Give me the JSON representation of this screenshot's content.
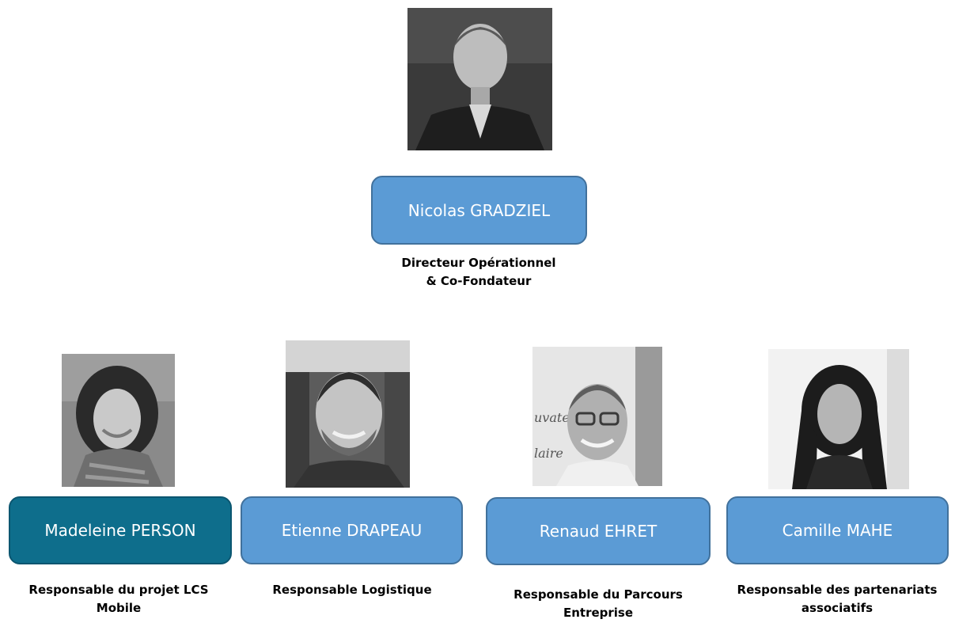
{
  "director": {
    "name": "Nicolas GRADZIEL",
    "role_line1": "Directeur Opérationnel",
    "role_line2": "& Co-Fondateur"
  },
  "team": [
    {
      "name": "Madeleine PERSON",
      "role_line1": "Responsable du projet LCS",
      "role_line2": "Mobile",
      "box_color": "#0e6e8c"
    },
    {
      "name": "Etienne DRAPEAU",
      "role_line1": "Responsable Logistique",
      "role_line2": "",
      "box_color": "#5b9bd5"
    },
    {
      "name": "Renaud EHRET",
      "role_line1": "Responsable du Parcours",
      "role_line2": "Entreprise",
      "box_color": "#5b9bd5"
    },
    {
      "name": "Camille MAHE",
      "role_line1": "Responsable des partenariats",
      "role_line2": "associatifs",
      "box_color": "#5b9bd5"
    }
  ],
  "colors": {
    "box": "#5b9bd5",
    "box_border": "#41719c",
    "box_highlight": "#0e6e8c"
  }
}
